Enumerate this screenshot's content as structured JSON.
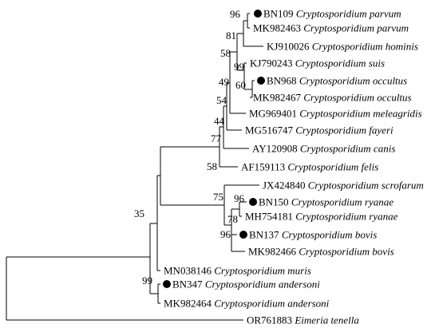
{
  "taxa": [
    {
      "accession": "BN109",
      "species": "Cryptosporidium parvum",
      "marker": true
    },
    {
      "accession": "MK982463",
      "species": "Cryptosporidium parvum",
      "marker": false
    },
    {
      "accession": "KJ910026",
      "species": "Cryptosporidium hominis",
      "marker": false
    },
    {
      "accession": "KJ790243",
      "species": "Cryptosporidium suis",
      "marker": false
    },
    {
      "accession": "BN968",
      "species": "Cryptosporidium occultus",
      "marker": true
    },
    {
      "accession": "MK982467",
      "species": "Cryptosporidium occultus",
      "marker": false
    },
    {
      "accession": "MG969401",
      "species": "Cryptosporidium meleagridis",
      "marker": false
    },
    {
      "accession": "MG516747",
      "species": "Cryptosporidium fayeri",
      "marker": false
    },
    {
      "accession": "AY120908",
      "species": "Cryptosporidium canis",
      "marker": false
    },
    {
      "accession": "AF159113",
      "species": "Cryptosporidium felis",
      "marker": false
    },
    {
      "accession": "JX424840",
      "species": "Cryptosporidium scrofarum",
      "marker": false
    },
    {
      "accession": "BN150",
      "species": "Cryptosporidium ryanae",
      "marker": true
    },
    {
      "accession": "MH754181",
      "species": "Cryptosporidium ryanae",
      "marker": false
    },
    {
      "accession": "BN137",
      "species": "Cryptosporidium bovis",
      "marker": true
    },
    {
      "accession": "MK982466",
      "species": "Cryptosporidium bovis",
      "marker": false
    },
    {
      "accession": "MN038146",
      "species": "Cryptosporidium muris",
      "marker": false
    },
    {
      "accession": "BN347",
      "species": "Cryptosporidium andersoni",
      "marker": true
    },
    {
      "accession": "MK982464",
      "species": "Cryptosporidium andersoni",
      "marker": false
    },
    {
      "accession": "OR761883",
      "species": "Eimeria tenella",
      "marker": false
    }
  ],
  "bootstrap": {
    "parvum_pair": "96",
    "parvum_hominis": "81",
    "plus_suis": "58",
    "occultus_pair": "99",
    "occultus_extra": "60",
    "plus_occultus": "49",
    "plus_meleagridis": "54",
    "plus_fayeri": "44",
    "plus_canis": "77",
    "plus_felis": "58",
    "ryanae_pair": "96",
    "ryanae_bovis": "78",
    "bovis_pair": "96",
    "scrofarum_group": "75",
    "ingroup": "35",
    "andersoni_pair": "99"
  }
}
